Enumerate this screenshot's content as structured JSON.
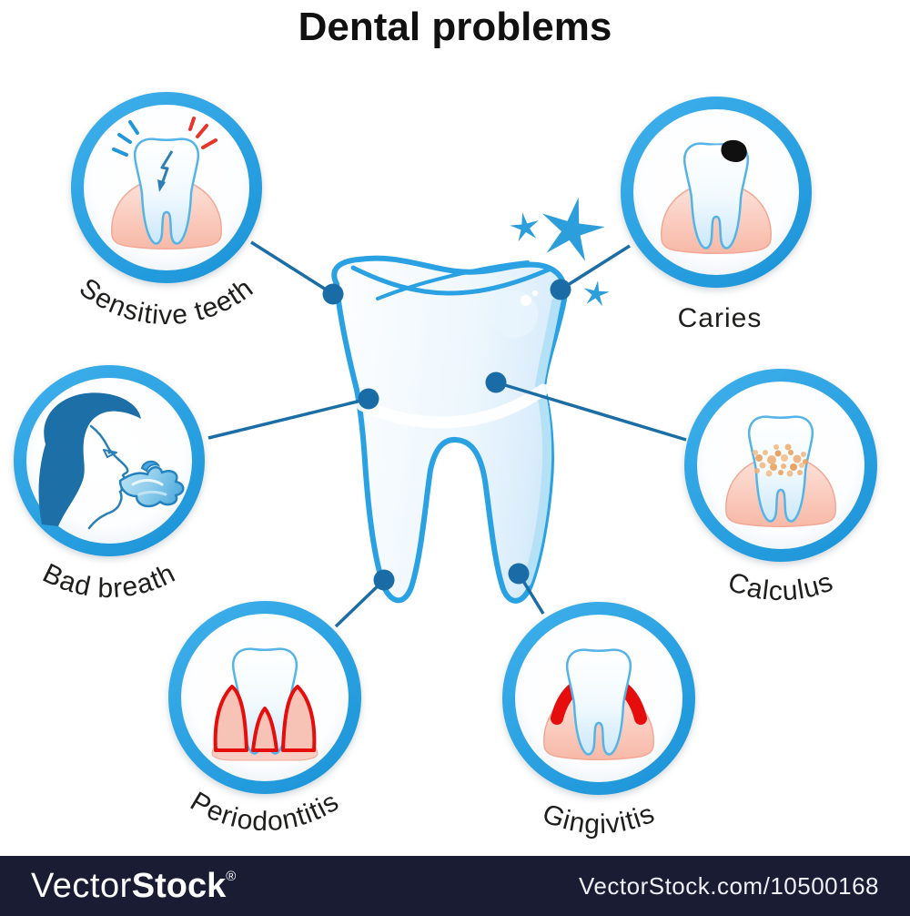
{
  "page": {
    "title": "Dental problems",
    "background": "#ffffff"
  },
  "center": {
    "icon": "healthy-tooth",
    "sparkle_count": 3
  },
  "problems": [
    {
      "label": "Sensitive teeth",
      "icon": "sensitive-tooth-icon",
      "position": "top-left"
    },
    {
      "label": "Caries",
      "icon": "caries-tooth-icon",
      "position": "top-right"
    },
    {
      "label": "Bad breath",
      "icon": "bad-breath-icon",
      "position": "middle-left"
    },
    {
      "label": "Calculus",
      "icon": "calculus-tooth-icon",
      "position": "middle-right"
    },
    {
      "label": "Periodontitis",
      "icon": "periodontitis-tooth-icon",
      "position": "bottom-left"
    },
    {
      "label": "Gingivitis",
      "icon": "gingivitis-tooth-icon",
      "position": "bottom-right"
    }
  ],
  "colors": {
    "ring_blue": "#29a3e3",
    "connector_blue": "#1b6da6",
    "tooth_outline_blue": "#2aa1e2",
    "sparkle_blue": "#2b9edb",
    "hair_blue": "#1d6fa8",
    "gum_pink": "#f8bfae",
    "inflamed_red": "#e60d0d",
    "ray_red": "#e8352c",
    "ray_blue": "#2196d8",
    "caries_black": "#101010",
    "calculus_orange": "#eca25f"
  },
  "watermark": {
    "brand_light": "Vector",
    "brand_bold": "Stock",
    "registered": "®",
    "item": "VectorStock.com/10500168",
    "bar_color": "#1a1c34"
  }
}
